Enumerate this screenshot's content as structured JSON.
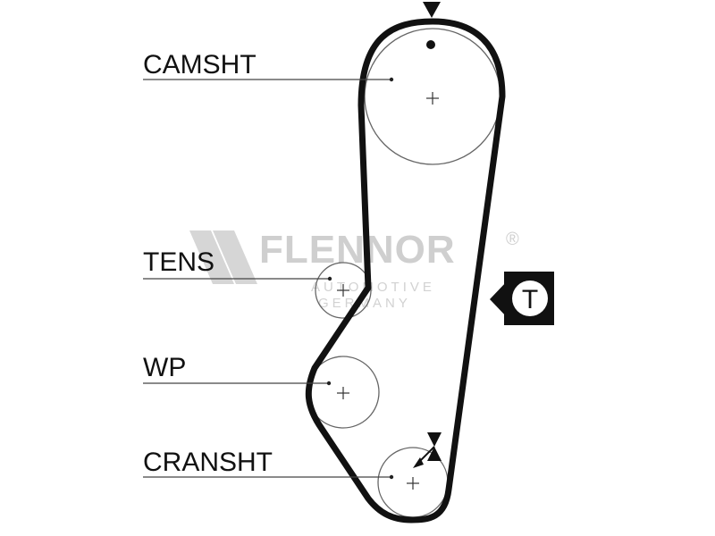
{
  "labels": {
    "camshaft": "CAMSHT",
    "tensioner": "TENS",
    "water_pump": "WP",
    "crankshaft": "CRANSHT"
  },
  "tension_marker": {
    "letter": "T"
  },
  "watermark": {
    "brand": "FLENNOR",
    "registered": "®",
    "line1": "AUTOMOTIVE",
    "line2": "GERMANY"
  },
  "colors": {
    "belt": "#111111",
    "pulley": "#666666",
    "watermark": "#c9c9c9",
    "leader": "#444444"
  },
  "icons": {
    "timing_mark_top": "triangle-down-icon",
    "timing_mark_crank": "bowtie-icon",
    "tension_box": "tension-box-icon"
  }
}
